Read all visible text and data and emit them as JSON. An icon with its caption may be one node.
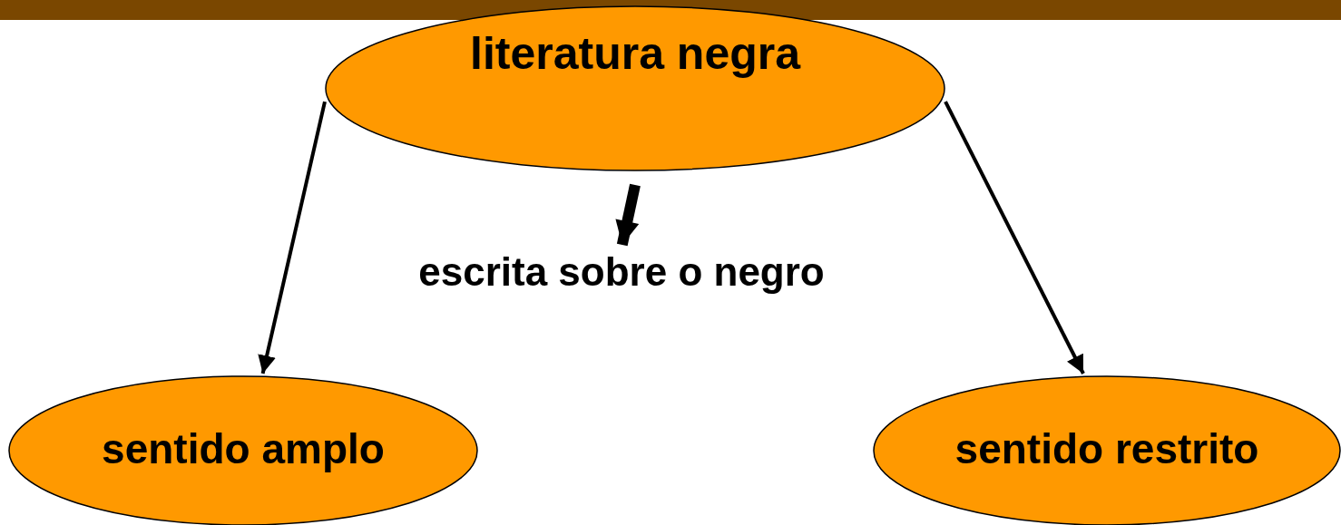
{
  "diagram": {
    "nodes": [
      {
        "text": [
          "literatura negra"
        ]
      },
      {
        "text": [
          "escrita sobre o negro"
        ]
      },
      {
        "text": [
          "sentido amplo"
        ]
      },
      {
        "text": [
          "sentido restrito"
        ]
      }
    ],
    "edges": [
      {
        "from": 0,
        "to": 2,
        "arrow": "to"
      },
      {
        "from": 0,
        "to": 1,
        "arrow": "to",
        "style": "thick"
      },
      {
        "from": 0,
        "to": 3,
        "arrow": "to"
      }
    ]
  }
}
